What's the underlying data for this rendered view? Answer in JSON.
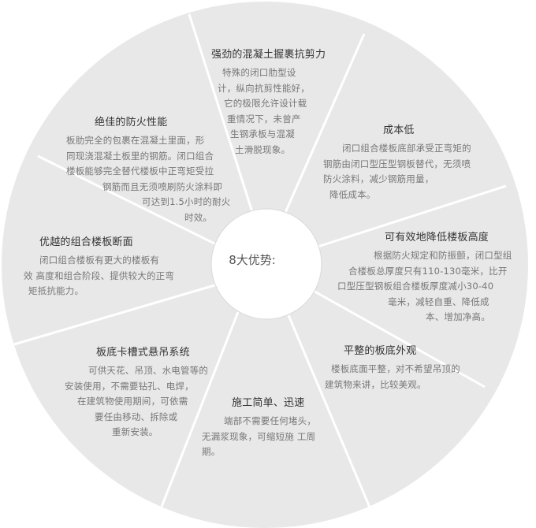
{
  "center": {
    "label": "8大优势:"
  },
  "segments": [
    {
      "title": "强劲的混凝土握裹抗剪力",
      "lines": [
        "特殊的闭口肋型设",
        "计，纵向抗剪性能好，",
        "它的极限允许设计载",
        "重情况下，未曾产",
        "生钢承板与混凝",
        "土滑脱现象。"
      ]
    },
    {
      "title": "成本低",
      "lines": [
        "闭口组合楼板底部承受正弯矩的",
        "钢筋由闭口型压型钢板替代，无须喷",
        "防火涂料，减少钢筋用量，",
        "降低成本。"
      ]
    },
    {
      "title": "可有效地降低楼板高度",
      "lines": [
        "根据防火规定和防振颤，闭口型组",
        "合楼板总厚度只有110-130毫米，比开",
        "口型压型钢板组合楼板厚度减小30-40",
        "毫米，减轻自重、降低成",
        "本、增加净高。"
      ]
    },
    {
      "title": "平整的板底外观",
      "lines": [
        "楼板底面平整，对不希望吊顶的",
        "建筑物来讲，比较美观。"
      ]
    },
    {
      "title": "施工简单、迅速",
      "lines": [
        "端部不需要任何堵头，",
        "无漏浆现象，可缩短施 工周",
        "期。"
      ]
    },
    {
      "title": "板底卡槽式悬吊系统",
      "lines": [
        "可供天花、吊顶、水电管等的",
        "安装使用，不需要钻孔、电焊，",
        "在建筑物使用期间，可依需",
        "要任由移动、拆除或",
        "重新安装。"
      ]
    },
    {
      "title": "优越的组合楼板断面",
      "lines": [
        "闭口组合楼板有更大的楼板有",
        "效 高度和组合阶段、提供较大的正弯",
        "矩抵抗能力。"
      ]
    },
    {
      "title": "绝佳的防火性能",
      "lines": [
        "板肋完全的包裹在混凝土里面，形",
        "同现浇混凝土板里的钢筋。闭口组合",
        "楼板能够完全替代楼板中正弯矩受拉",
        "钢筋而且无须喷刷防火涂料即",
        "可达到1.5小时的耐火",
        "时效。"
      ]
    }
  ]
}
